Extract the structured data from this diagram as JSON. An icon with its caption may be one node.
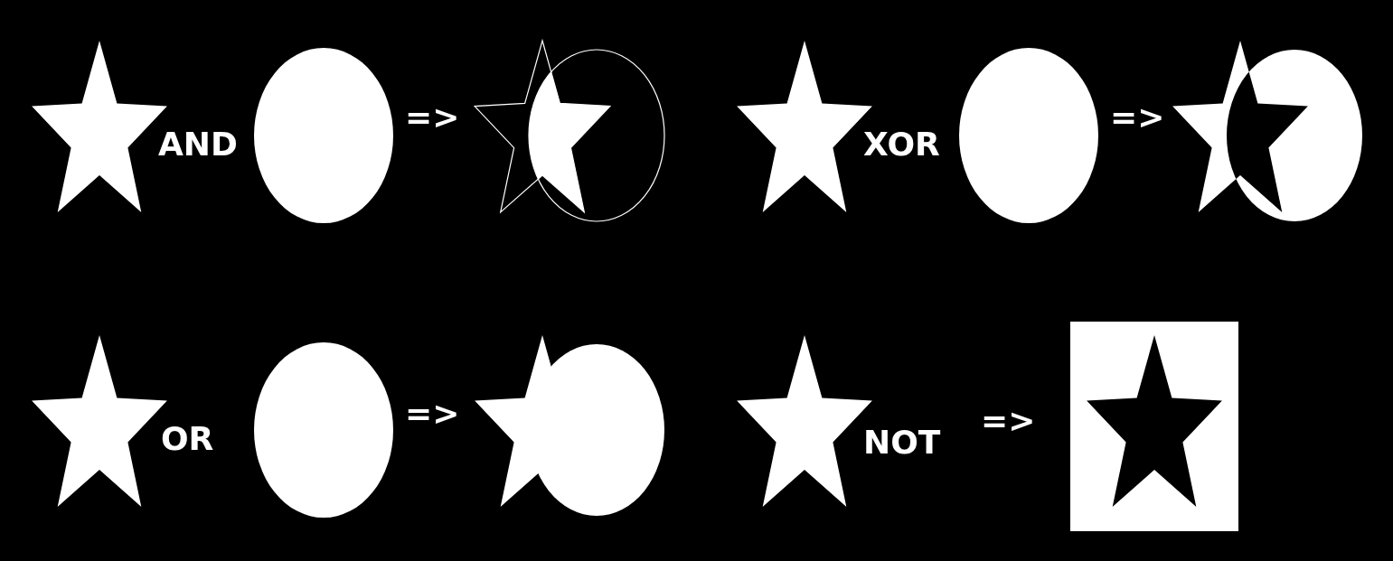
{
  "diagram": {
    "labels": [
      "AND",
      "=>",
      "XOR",
      "=>",
      "OR",
      "=>",
      "NOT",
      "=>"
    ]
  }
}
